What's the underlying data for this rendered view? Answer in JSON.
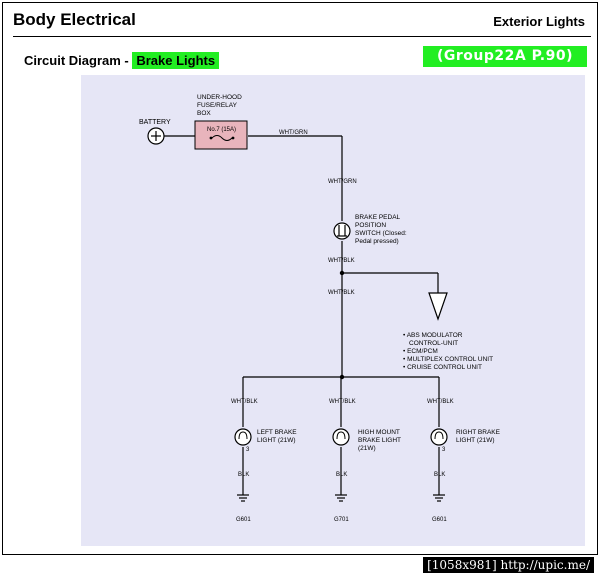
{
  "header": {
    "title": "Body Electrical",
    "section": "Exterior Lights"
  },
  "subheader": {
    "prefix": "Circuit Diagram - ",
    "highlight": "Brake Lights",
    "reference": "(Group22A P.90)"
  },
  "diagram": {
    "battery_label": "BATTERY",
    "fuse_box_label": [
      "UNDER-HOOD",
      "FUSE/RELAY",
      "BOX"
    ],
    "fuse_label": "No.7 (15A)",
    "wire_wht_grn_1": "WHT/GRN",
    "wire_wht_grn_2": "WHT/GRN",
    "switch_label": [
      "BRAKE PEDAL",
      "POSITION",
      "SWITCH (Closed:",
      "Pedal pressed)"
    ],
    "wire_wht_blk_1": "WHT/BLK",
    "wire_wht_blk_2": "WHT/BLK",
    "modules": [
      "• ABS MODULATOR",
      "CONTROL-UNIT",
      "• ECM/PCM",
      "• MULTIPLEX CONTROL UNIT",
      "• CRUISE CONTROL UNIT"
    ],
    "lights": [
      {
        "wire_in": "WHT/BLK",
        "label": [
          "LEFT BRAKE",
          "LIGHT (21W)"
        ],
        "pin_top": "",
        "pin_bottom": "3",
        "wire_out": "BLK",
        "ground": "G601"
      },
      {
        "wire_in": "WHT/BLK",
        "label": [
          "HIGH MOUNT",
          "BRAKE LIGHT",
          "(21W)"
        ],
        "pin_top": "",
        "pin_bottom": "",
        "wire_out": "BLK",
        "ground": "G701"
      },
      {
        "wire_in": "WHT/BLK",
        "label": [
          "RIGHT BRAKE",
          "LIGHT (21W)"
        ],
        "pin_top": "",
        "pin_bottom": "3",
        "wire_out": "BLK",
        "ground": "G601"
      }
    ]
  },
  "footer": {
    "watermark": "[1058x981] http://upic.me/"
  }
}
